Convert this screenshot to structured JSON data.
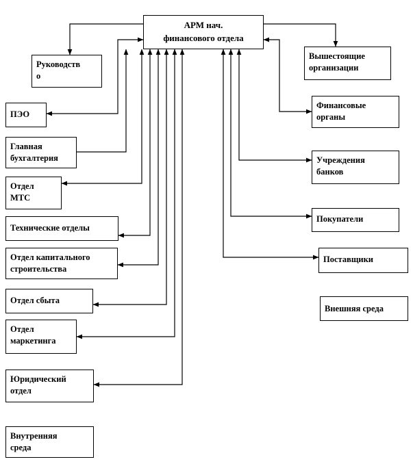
{
  "diagram": {
    "central": "АРМ нач.\nфинансового отдела",
    "left_nodes": {
      "management": "Руководств\nо",
      "peo": "ПЭО",
      "accounting": "Главная\nбухгалтерия",
      "mts": "Отдел\nМТС",
      "technical": "Технические  отделы",
      "capital": "Отдел капитального\nстроительства",
      "sales": "Отдел сбыта",
      "marketing": "Отдел\nмаркетинга",
      "legal": "Юридический\nотдел",
      "internal_env": "Внутренняя\nсреда"
    },
    "right_nodes": {
      "higher_orgs": "Вышестоящие\nорганизации",
      "financial_orgs": "Финансовые\nорганы",
      "banks": "Учреждения\nбанков",
      "buyers": "Покупатели",
      "suppliers": "Поставщики",
      "external_env": "Внешняя  среда"
    }
  }
}
